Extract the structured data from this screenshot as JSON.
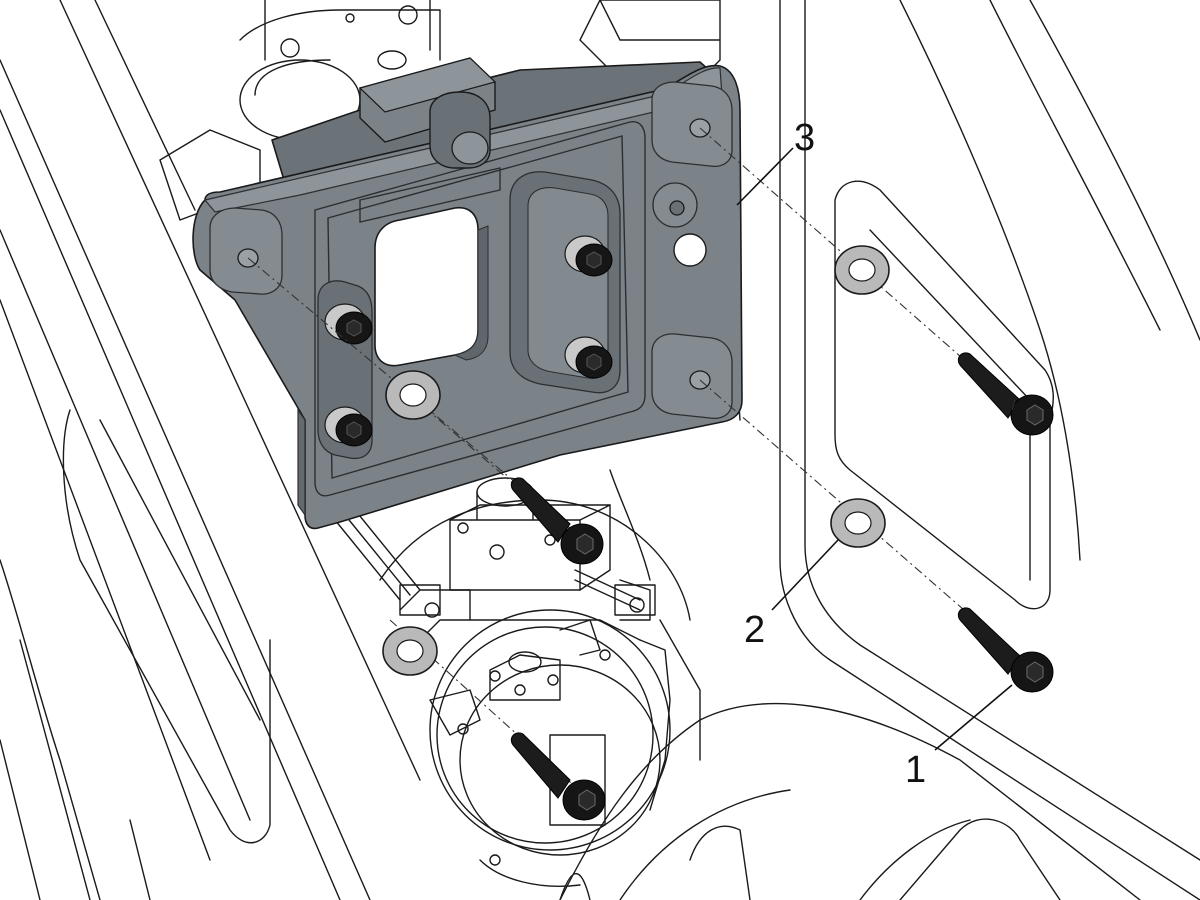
{
  "diagram": {
    "colors": {
      "background": "#ffffff",
      "line": "#1a1a1a",
      "plate": "#7b8288",
      "plate_dark": "#5f666c",
      "plate_light": "#9aa1a6",
      "washer": "#b9b9b9",
      "bolt": "#151515"
    },
    "callouts": [
      {
        "id": "1",
        "label": "1",
        "part": "cap-screw"
      },
      {
        "id": "2",
        "label": "2",
        "part": "washer"
      },
      {
        "id": "3",
        "label": "3",
        "part": "mounting-plate"
      }
    ]
  }
}
